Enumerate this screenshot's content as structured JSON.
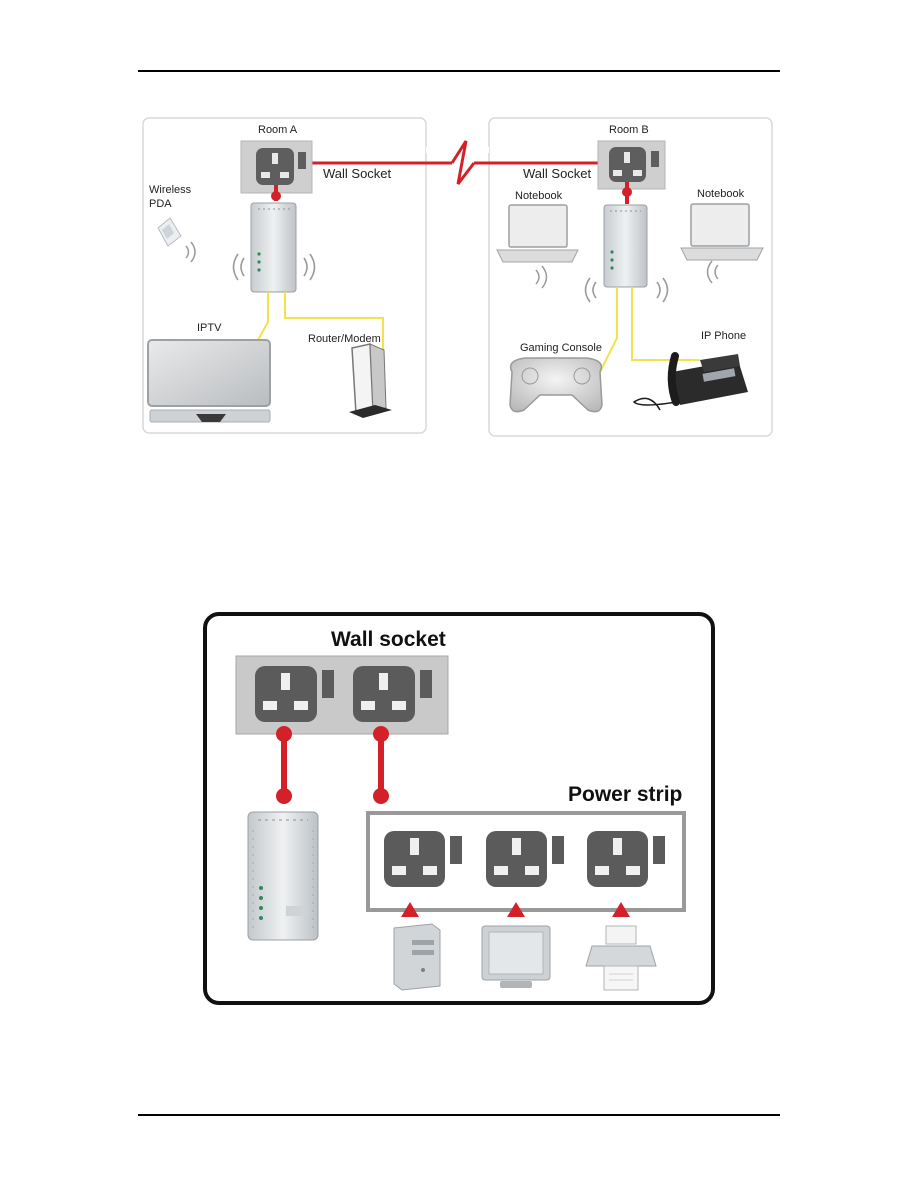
{
  "diagram1": {
    "room_a": "Room A",
    "room_b": "Room B",
    "wall_socket_a": "Wall Socket",
    "wall_socket_b": "Wall Socket",
    "wireless_pda": "Wireless",
    "wireless_pda_line2": "PDA",
    "notebook_left": "Notebook",
    "notebook_right": "Notebook",
    "iptv": "IPTV",
    "router_modem": "Router/Modem",
    "gaming_console": "Gaming Console",
    "ip_phone": "IP Phone"
  },
  "diagram2": {
    "wall_socket": "Wall socket",
    "power_strip": "Power strip"
  },
  "colors": {
    "power_line": "#d42129",
    "ethernet": "#f3e24a",
    "panel_border": "#d6d6d6",
    "socket_plate": "#bfbfbf",
    "socket_body": "#5b5b5b"
  }
}
